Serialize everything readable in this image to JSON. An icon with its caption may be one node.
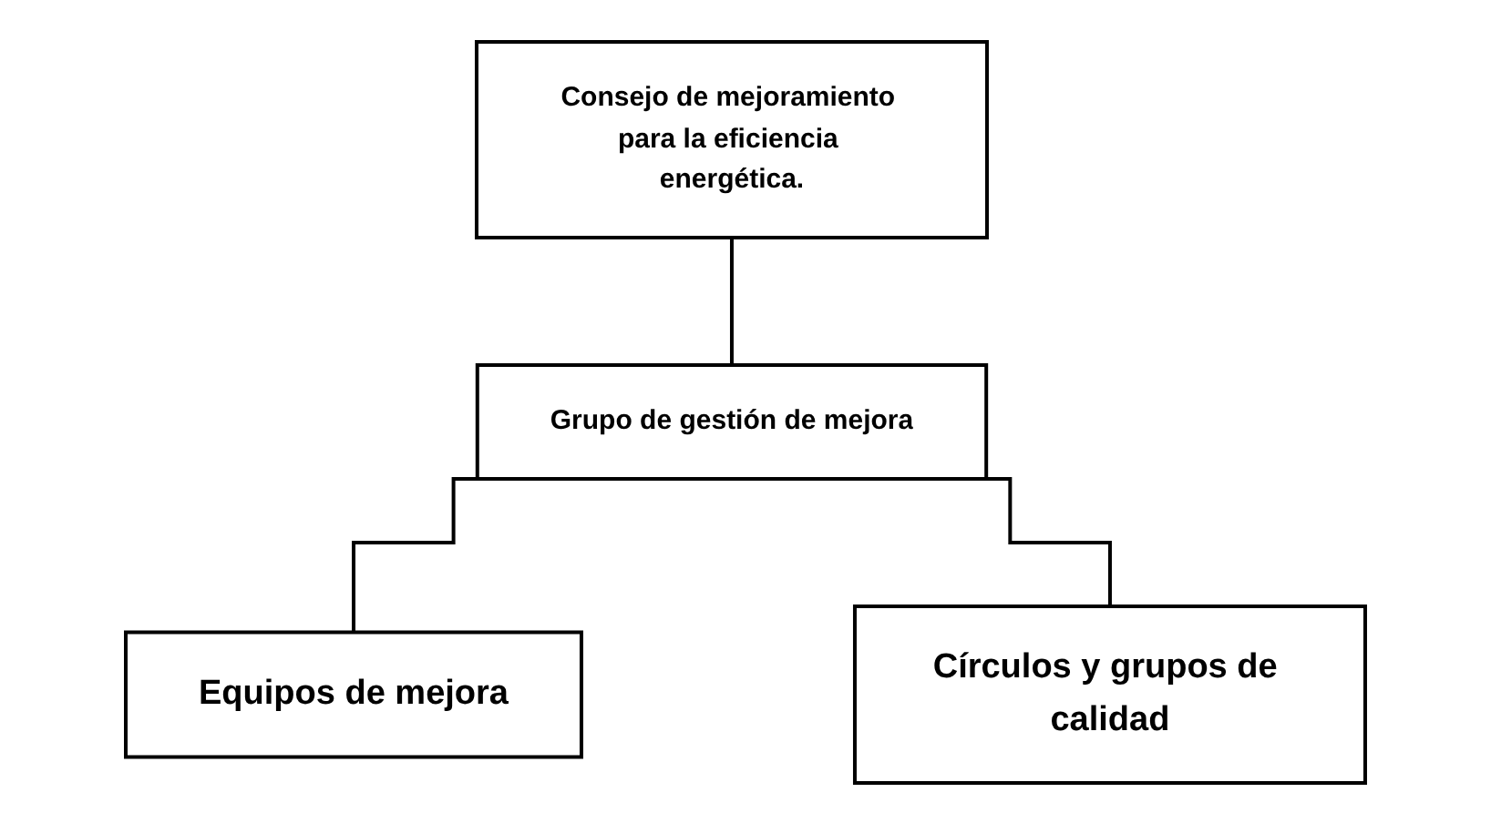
{
  "diagram": {
    "nodes": [
      {
        "text": [
          "Consejo de mejoramiento para la eficiencia energética."
        ]
      },
      {
        "text": [
          "Grupo de gestión de mejora"
        ]
      },
      {
        "text": [
          "Equipos de mejora"
        ]
      },
      {
        "text": [
          "Círculos y grupos de calidad"
        ]
      }
    ],
    "edges": [
      {
        "from": 0,
        "to": 1,
        "arrow": "none"
      },
      {
        "from": 1,
        "to": 2,
        "arrow": "none"
      },
      {
        "from": 1,
        "to": 3,
        "arrow": "none"
      }
    ]
  }
}
